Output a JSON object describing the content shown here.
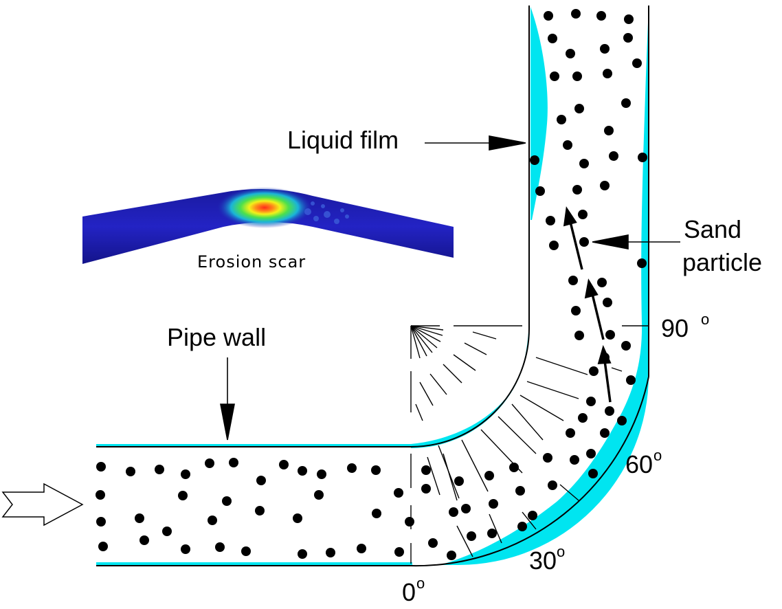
{
  "labels": {
    "liquid_film": "Liquid film",
    "erosion_scar": "Erosion scar",
    "sand_line1": "Sand",
    "sand_line2": "particle",
    "pipe_wall": "Pipe wall",
    "angle_90": "90",
    "angle_60": "60",
    "angle_30": "30",
    "angle_0": "0",
    "degree_mark": "o"
  },
  "colors": {
    "liquid_film": "#00e5f0",
    "pipe_wall": "#000000",
    "particle": "#000000",
    "scar_tube": "#1f1fb4"
  }
}
